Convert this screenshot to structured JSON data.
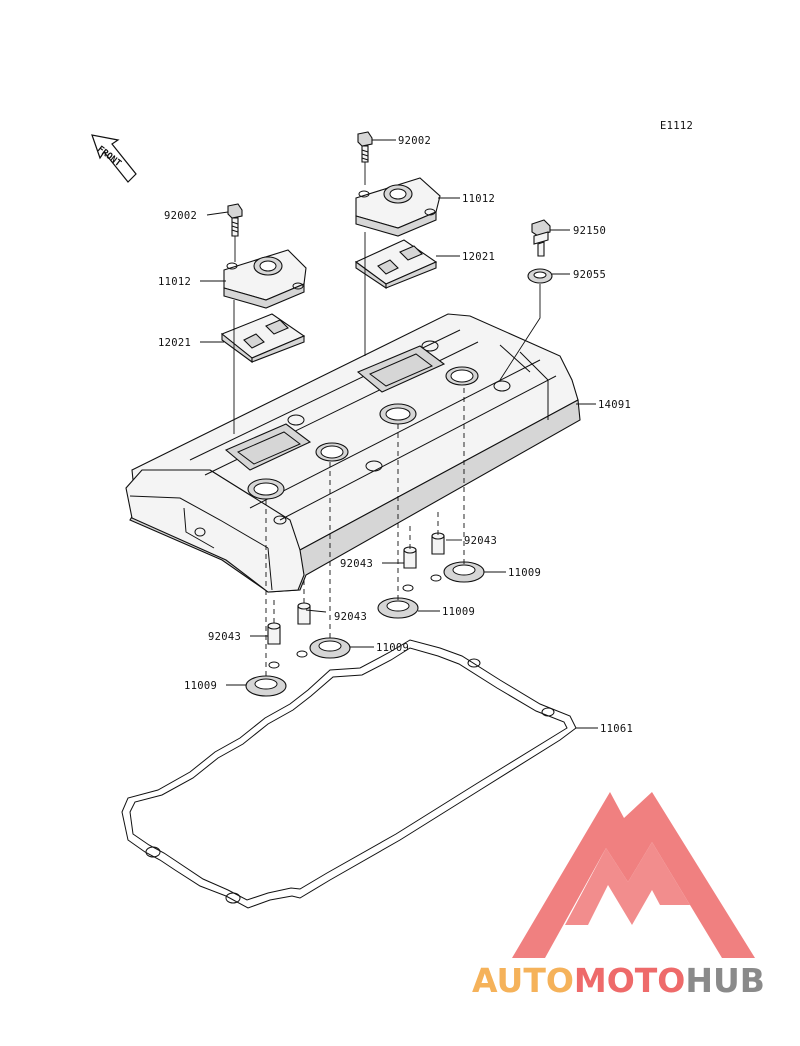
{
  "diagram": {
    "code": "E1112",
    "front_label": "FRONT",
    "callouts": {
      "bolt_92002_a": "92002",
      "bolt_92002_b": "92002",
      "cap_11012_a": "11012",
      "cap_11012_b": "11012",
      "gasket_12021_a": "12021",
      "gasket_12021_b": "12021",
      "bolt_92150": "92150",
      "washer_92055": "92055",
      "cover_14091": "14091",
      "dowel_92043_a": "92043",
      "dowel_92043_b": "92043",
      "dowel_92043_c": "92043",
      "dowel_92043_d": "92043",
      "seal_11009_a": "11009",
      "seal_11009_b": "11009",
      "seal_11009_c": "11009",
      "seal_11009_d": "11009",
      "gasket_11061": "11061"
    }
  },
  "watermark": {
    "brand_part1": "AUTO",
    "brand_part2": "MOTO",
    "brand_part3": "HUB",
    "colors": {
      "orange": "#f5b25a",
      "red": "#ee6a6a",
      "gray": "#8a8a8a"
    }
  }
}
